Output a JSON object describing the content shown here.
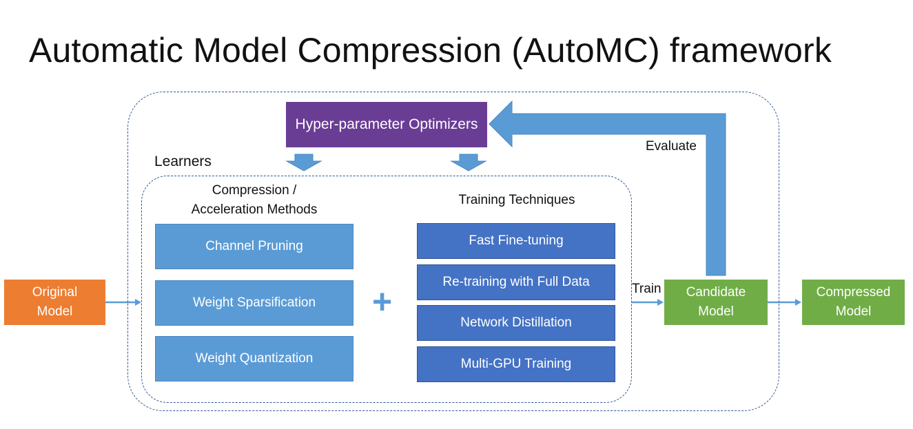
{
  "title": "Automatic Model Compression (AutoMC) framework",
  "learners_label": "Learners",
  "hyper_optimizers": "Hyper-parameter Optimizers",
  "compression_heading": "Compression / Acceleration Methods",
  "training_heading": "Training Techniques",
  "compression_methods": [
    "Channel Pruning",
    "Weight Sparsification",
    "Weight Quantization"
  ],
  "training_techniques": [
    "Fast Fine-tuning",
    "Re-training with Full Data",
    "Network Distillation",
    "Multi-GPU Training"
  ],
  "plus_symbol": "+",
  "original_model": "Original Model",
  "candidate_model": "Candidate Model",
  "compressed_model": "Compressed Model",
  "train_label": "Train",
  "evaluate_label": "Evaluate",
  "colors": {
    "hyper": "#6a3d95",
    "method": "#5b9bd5",
    "technique": "#4472c4",
    "original": "#ed7d31",
    "model": "#70ad47",
    "arrow": "#5b9bd5",
    "dashed_border": "#2f5597"
  }
}
